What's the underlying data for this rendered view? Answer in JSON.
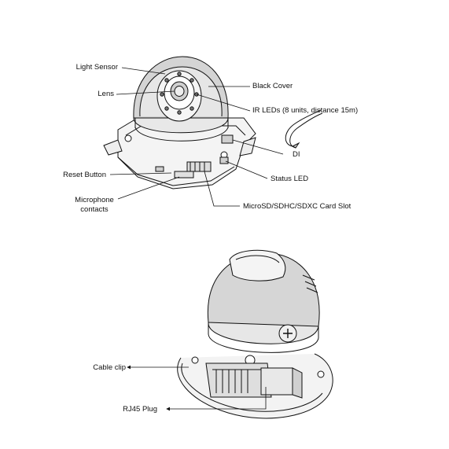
{
  "top_figure": {
    "labels": {
      "light_sensor": "Light Sensor",
      "lens": "Lens",
      "reset_button": "Reset Button",
      "microphone_contacts_line1": "Microphone",
      "microphone_contacts_line2": "contacts",
      "black_cover": "Black Cover",
      "ir_leds": "IR LEDs (8 units, distance 15m)",
      "di": "DI",
      "status_led": "Status LED",
      "card_slot": "MicroSD/SDHC/SDXC Card Slot"
    }
  },
  "bottom_figure": {
    "labels": {
      "cable_clip": "Cable clip",
      "rj45_plug": "RJ45 Plug"
    }
  },
  "colors": {
    "line": "#111111",
    "fill_light": "#f2f2f2",
    "fill_mid": "#d9d9d9",
    "fill_dark": "#bdbdbd"
  }
}
